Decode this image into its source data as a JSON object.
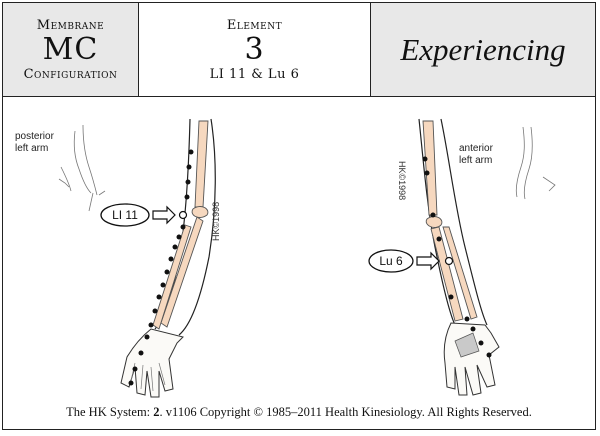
{
  "header": {
    "left": {
      "top": "Membrane",
      "big": "MC",
      "bottom": "Configuration"
    },
    "mid": {
      "top": "Element",
      "big": "3",
      "code": "LI 11 & Lu 6"
    },
    "right": {
      "title": "Experiencing"
    }
  },
  "left_panel": {
    "note_line1": "posterior",
    "note_line2": "left arm",
    "point_label": "LI 11",
    "watermark": "HK©1998"
  },
  "right_panel": {
    "note_line1": "anterior",
    "note_line2": "left arm",
    "point_label": "Lu 6",
    "watermark": "HK©1998"
  },
  "footer": {
    "prefix": "The HK System: ",
    "bold": "2",
    "rest": ". v1106 Copyright © 1985–2011  Health Kinesiology.  All Rights Reserved."
  }
}
